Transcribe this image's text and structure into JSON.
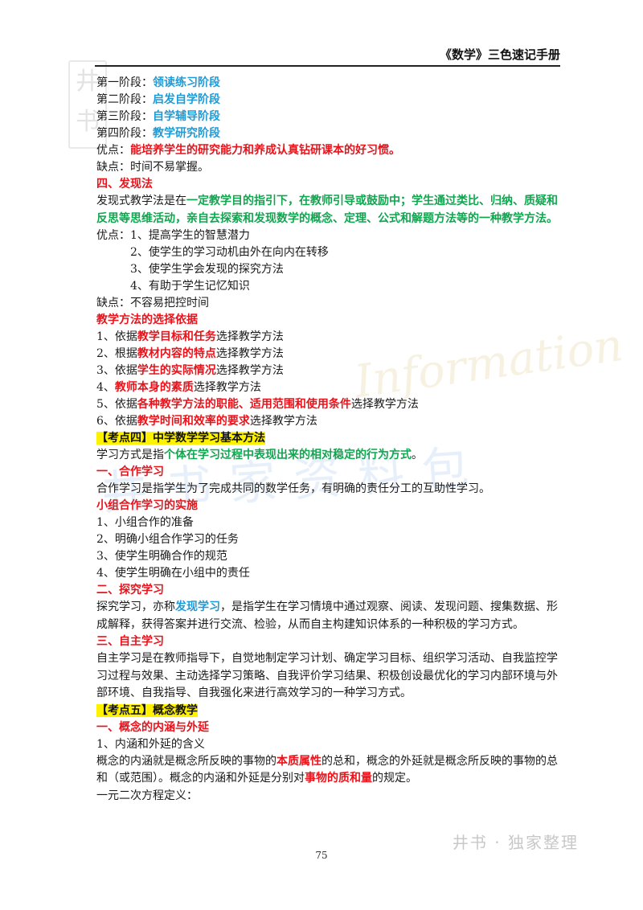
{
  "header": {
    "title": "《数学》三色速记手册"
  },
  "corner_logo": "井书",
  "watermarks": {
    "script": "Information",
    "big": "井书家资料包",
    "footer": "井书 · 独家整理"
  },
  "stages": [
    {
      "label": "第一阶段：",
      "value": "领读练习阶段"
    },
    {
      "label": "第二阶段：",
      "value": "启发自学阶段"
    },
    {
      "label": "第三阶段：",
      "value": "自学辅导阶段"
    },
    {
      "label": "第四阶段：",
      "value": "教学研究阶段"
    }
  ],
  "pros1": {
    "label": "优点：",
    "value": "能培养学生的研究能力和养成认真钻研课本的好习惯。"
  },
  "cons1": "缺点：时间不易掌握。",
  "discovery": {
    "heading": "四、发现法",
    "def_prefix": "发现式教学法是在",
    "def_green": "一定教学目的指引下，在教师引导或鼓励中；学生通过类比、归纳、质疑和反思等思维活动，亲自去探索和发现数学的概念、定理、公式和解题方法等的一种教学方法。",
    "pros": [
      "优点：1、提高学生的智慧潜力",
      "2、使学生的学习动机由外在向内在转移",
      "3、使学生学会发现的探究方法",
      "4、有助于学生记忆知识"
    ],
    "cons": "缺点：不容易把控时间"
  },
  "basis": {
    "heading": "教学方法的选择依据",
    "items": [
      {
        "pre": "1、依据",
        "key": "教学目标和任务",
        "post": "选择教学方法"
      },
      {
        "pre": "2、根据",
        "key": "教材内容的特点",
        "post": "选择教学方法"
      },
      {
        "pre": "3、依据",
        "key": "学生的实际情况",
        "post": "选择教学方法"
      },
      {
        "pre": "4、",
        "key": "教师本身的素质",
        "post": "选择教学方法"
      },
      {
        "pre": "5、依据",
        "key": "各种教学方法的职能、适用范围和使用条件",
        "post": "选择教学方法"
      },
      {
        "pre": "6、依据",
        "key": "教学时间和效率的要求",
        "post": "选择教学方法"
      }
    ]
  },
  "kp4": {
    "tag": "【考点四】",
    "title": "中学数学学习基本方法",
    "def_prefix": "学习方式是指",
    "def_green": "个体在学习过程中表现出来的相对稳定的行为方式",
    "def_suffix": "。"
  },
  "coop": {
    "heading": "一、合作学习",
    "def": "合作学习是指学生为了完成共同的数学任务，有明确的责任分工的互助性学习。",
    "impl_heading": "小组合作学习的实施",
    "items": [
      "1、小组合作的准备",
      "2、明确小组合作学习的任务",
      "3、使学生明确合作的规范",
      "4、使学生明确在小组中的责任"
    ]
  },
  "inquiry": {
    "heading": "二、探究学习",
    "pre": "探究学习，亦称",
    "key": "发现学习",
    "post": "，是指学生在学习情境中通过观察、阅读、发现问题、搜集数据、形成解释，获得答案并进行交流、检验，从而自主构建知识体系的一种积极的学习方式。"
  },
  "self": {
    "heading": "三、自主学习",
    "def": "自主学习是在教师指导下，自觉地制定学习计划、确定学习目标、组织学习活动、自我监控学习过程与效果、主动选择学习策略、自我评价学习结果、积极创设最优化的学习内部环境与外部环境、自我指导、自我强化来进行高效学习的一种学习方式。"
  },
  "kp5": {
    "tag": "【考点五】",
    "title": "概念教学"
  },
  "concept": {
    "heading": "一、概念的内涵与外延",
    "sub": "1、内涵和外延的含义",
    "p1": "概念的内涵就是概念所反映的事物的",
    "p1_key": "本质属性",
    "p2": "的总和，概念的外延就是概念所反映的事物的总和（或范围）。概念的内涵和外延是分别对",
    "p2_key": "事物的质和量",
    "p3": "的规定。",
    "last": "一元二次方程定义："
  },
  "footer": {
    "page_number": "75"
  }
}
